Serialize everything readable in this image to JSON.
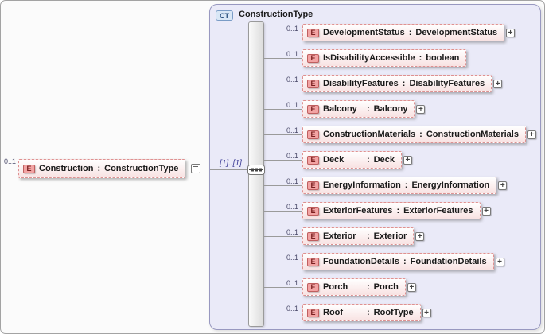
{
  "separator": ":",
  "icons": {
    "element_letter": "E",
    "expand": "+",
    "complex_type_badge": "CT"
  },
  "root_element": {
    "cardinality": "0..1",
    "name": "Construction",
    "type": "ConstructionType"
  },
  "panel": {
    "badge": "CT",
    "title": "ConstructionType",
    "compositor_cardinality": "[1]..[1]",
    "compositor": "sequence"
  },
  "children": [
    {
      "cardinality": "0..1",
      "name": "DevelopmentStatus",
      "type": "DevelopmentStatus",
      "expandable": true
    },
    {
      "cardinality": "0..1",
      "name": "IsDisabilityAccessible",
      "type": "boolean",
      "expandable": false
    },
    {
      "cardinality": "0..1",
      "name": "DisabilityFeatures",
      "type": "DisabilityFeatures",
      "expandable": true
    },
    {
      "cardinality": "0..1",
      "name": "Balcony",
      "type": "Balcony",
      "expandable": true
    },
    {
      "cardinality": "0..1",
      "name": "ConstructionMaterials",
      "type": "ConstructionMaterials",
      "expandable": true
    },
    {
      "cardinality": "0..1",
      "name": "Deck",
      "type": "Deck",
      "expandable": true
    },
    {
      "cardinality": "0..1",
      "name": "EnergyInformation",
      "type": "EnergyInformation",
      "expandable": true
    },
    {
      "cardinality": "0..1",
      "name": "ExteriorFeatures",
      "type": "ExteriorFeatures",
      "expandable": true
    },
    {
      "cardinality": "0..1",
      "name": "Exterior",
      "type": "Exterior",
      "expandable": true
    },
    {
      "cardinality": "0..1",
      "name": "FoundationDetails",
      "type": "FoundationDetails",
      "expandable": true
    },
    {
      "cardinality": "0..1",
      "name": "Porch",
      "type": "Porch",
      "expandable": true
    },
    {
      "cardinality": "0..1",
      "name": "Roof",
      "type": "RoofType",
      "expandable": true
    }
  ],
  "colors": {
    "panel_bg": "#EAEAF8",
    "panel_border": "#9898C0",
    "element_border": "#DE9191",
    "element_fill_top": "#FFFFFF",
    "element_fill_bottom": "#F8E2E2",
    "e_badge_bg": "#F2A3A3",
    "e_badge_border": "#BF5F5F",
    "ct_badge_bg": "#D9E7F6",
    "ct_badge_border": "#7A9CC6",
    "cardinality_text": "#4A4A6A"
  }
}
